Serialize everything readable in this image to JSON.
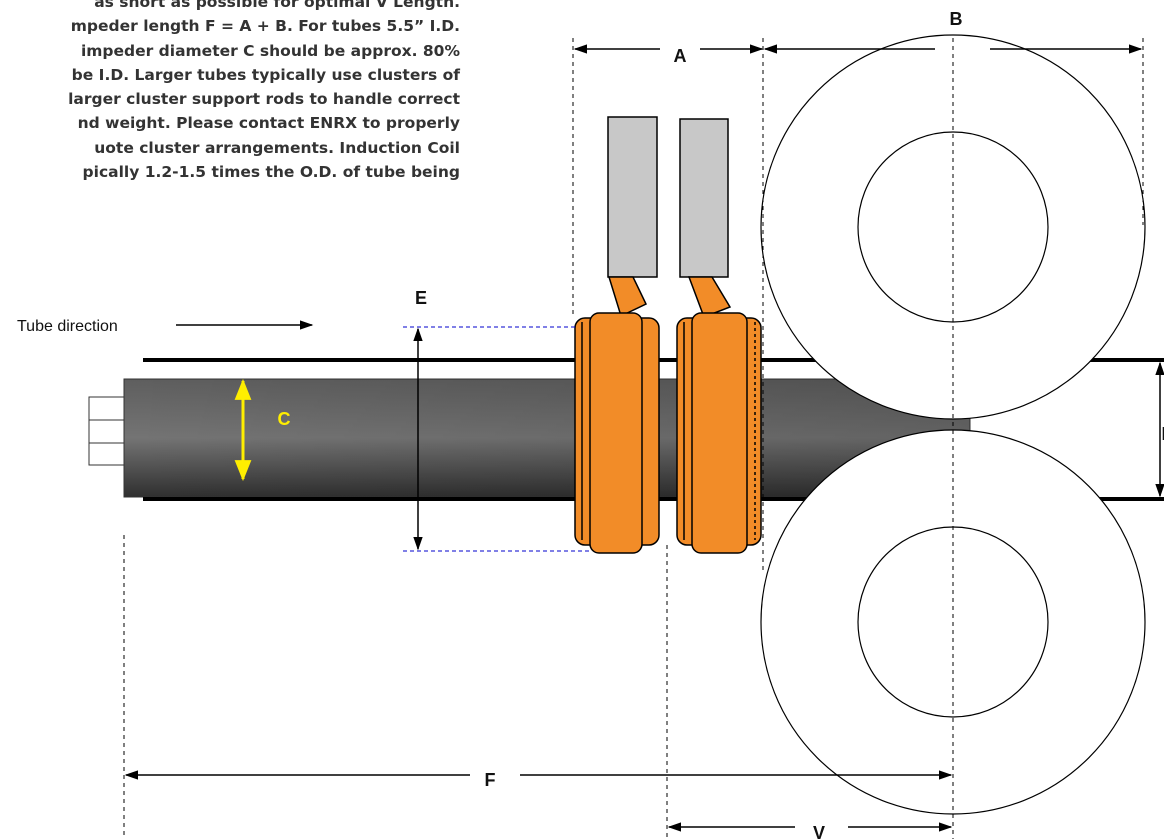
{
  "note_lines": [
    "as short as possible for optimal V Length.",
    "mpeder length F = A + B.  For tubes 5.5” I.D.",
    "impeder diameter C should be approx. 80%",
    "be I.D. Larger tubes typically use clusters of",
    "larger cluster support rods to handle correct",
    "nd weight. Please contact ENRX to properly",
    "uote cluster arrangements. Induction Coil",
    "pically 1.2-1.5 times the O.D. of tube being"
  ],
  "labels": {
    "A": "A",
    "B": "B",
    "C": "C",
    "D": "D",
    "E": "E",
    "F": "F",
    "V": "V",
    "tube_direction": "Tube direction"
  },
  "colors": {
    "coil": "#f28c28",
    "impeder": "#5a5a5a",
    "leads": "#c8c8c8",
    "c_arrow": "#ffee00",
    "e_guides": "#0000cc"
  }
}
